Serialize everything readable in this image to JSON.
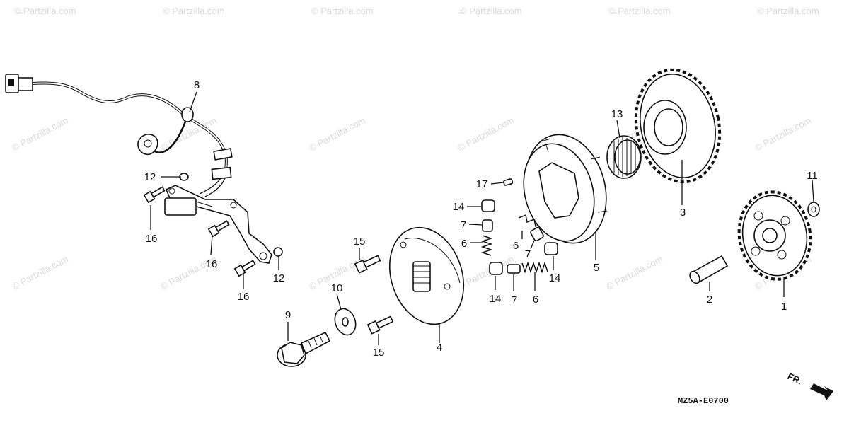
{
  "watermark": "© Partzilla.com",
  "diagram_code": "MZ5A-E0700",
  "direction_label": "FR.",
  "callouts": {
    "c1": "1",
    "c2": "2",
    "c3": "3",
    "c4": "4",
    "c5": "5",
    "c6a": "6",
    "c6b": "6",
    "c6c": "6",
    "c7a": "7",
    "c7b": "7",
    "c7c": "7",
    "c8": "8",
    "c9": "9",
    "c10": "10",
    "c11": "11",
    "c12a": "12",
    "c12b": "12",
    "c13": "13",
    "c14a": "14",
    "c14b": "14",
    "c14c": "14",
    "c15a": "15",
    "c15b": "15",
    "c16a": "16",
    "c16b": "16",
    "c16c": "16",
    "c17": "17"
  }
}
